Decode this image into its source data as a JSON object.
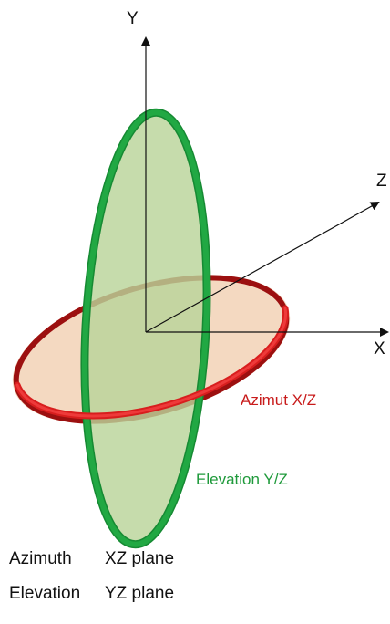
{
  "axes": {
    "y_label": "Y",
    "x_label": "X",
    "z_label": "Z"
  },
  "planes": {
    "azimuth": {
      "label": "Azimut X/Z",
      "ring_color": "#d81e1e",
      "fill_color": "#f2d2b6"
    },
    "elevation": {
      "label": "Elevation Y/Z",
      "ring_color": "#21a843",
      "fill_color": "#b9d49a"
    }
  },
  "legend": [
    {
      "term": "Azimuth",
      "definition": "XZ plane"
    },
    {
      "term": "Elevation",
      "definition": "YZ plane"
    }
  ]
}
